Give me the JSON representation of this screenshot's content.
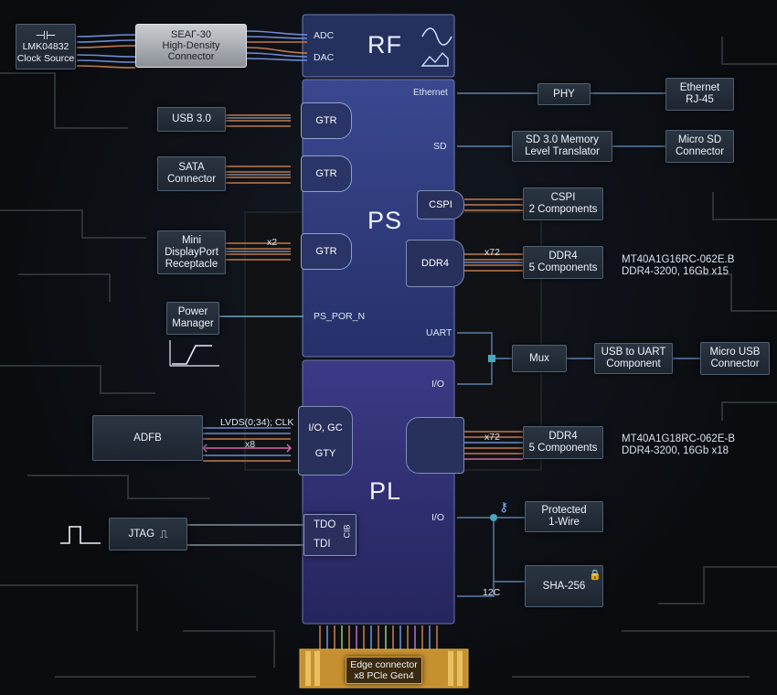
{
  "clock": {
    "line1": "LMK04832",
    "line2": "Clock Source"
  },
  "connector": {
    "line1": "SEAΓ-30",
    "line2": "High-Density",
    "line3": "Connector"
  },
  "rf": {
    "title": "RF",
    "adc": "ADC",
    "dac": "DAC"
  },
  "ps": {
    "title": "PS",
    "ethernet": "Ethernet",
    "sd": "SD",
    "cspi": "CSPI",
    "ddr4": "DDR4",
    "uart": "UART",
    "ps_por": "PS_POR_N"
  },
  "pl": {
    "title": "PL",
    "io_top": "I/O",
    "io_bottom": "I/O",
    "io_gc": "I/O, GC",
    "gty": "GTY",
    "tdo": "TDO",
    "tdi": "TDI",
    "cib": "CIB"
  },
  "gtr_label": "GTR",
  "left": {
    "usb": "USB 3.0",
    "sata": {
      "line1": "SATA",
      "line2": "Connector"
    },
    "dp": {
      "line1": "Mini",
      "line2": "DisplayPort",
      "line3": "Receptacle"
    },
    "dp_lanes": "x2",
    "power": {
      "line1": "Power",
      "line2": "Manager"
    },
    "adfb": "ADFB",
    "lvds": "LVDS(0;34); CLK",
    "x8": "x8",
    "jtag": "JTAG"
  },
  "right": {
    "phy": "PHY",
    "rj45": {
      "line1": "Ethernet",
      "line2": "RJ-45"
    },
    "sdmem": {
      "line1": "SD 3.0 Memory",
      "line2": "Level Translator"
    },
    "microsd": {
      "line1": "Micro SD",
      "line2": "Connector"
    },
    "cspi": {
      "line1": "CSPI",
      "line2": "2 Components"
    },
    "ddr4_ps": {
      "line1": "DDR4",
      "line2": "5 Components"
    },
    "ddr4_ps_lanes": "x72",
    "ddr4_ps_note": {
      "line1": "MT40A1G16RC-062E.B",
      "line2": "DDR4-3200, 16Gb x15"
    },
    "mux": "Mux",
    "usbuart": {
      "line1": "USB to UART",
      "line2": "Component"
    },
    "microusb": {
      "line1": "Micro USB",
      "line2": "Connector"
    },
    "ddr4_pl": {
      "line1": "DDR4",
      "line2": "5 Components"
    },
    "ddr4_pl_lanes": "x72",
    "ddr4_pl_note": {
      "line1": "MT40A1G18RC-062E-B",
      "line2": "DDR4-3200, 16Gb x18"
    },
    "onewire": {
      "line1": "Protected",
      "line2": "1-Wire"
    },
    "sha": "SHA-256",
    "i2c": "12C"
  },
  "edge": {
    "line1": "Edge connector",
    "line2": "x8 PCle Gen4"
  },
  "colors": {
    "ps_block": "#2e3a78",
    "pl_block": "#2f2f6a",
    "wire_copper": "#c07a4e",
    "wire_blue": "#6f8bd0",
    "trace": "#3a4148"
  }
}
